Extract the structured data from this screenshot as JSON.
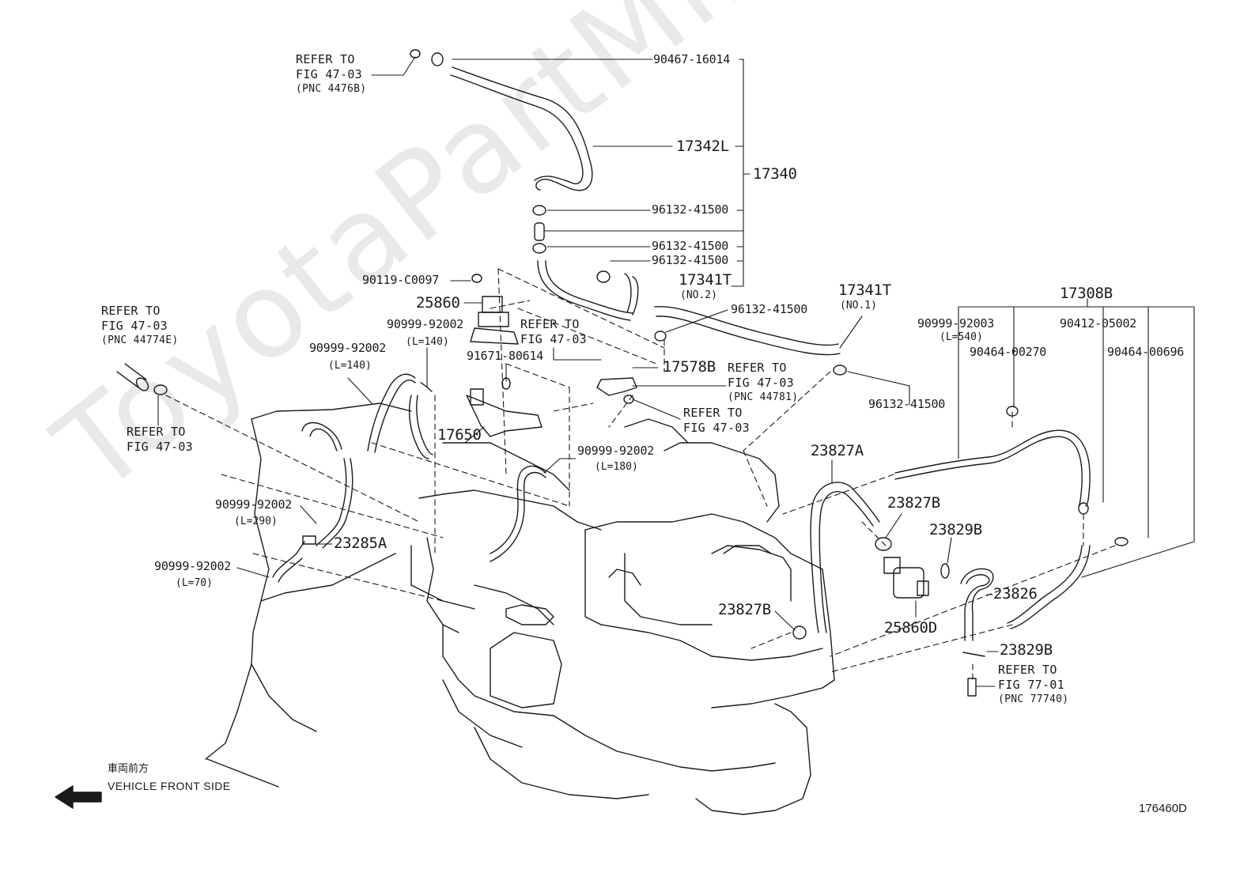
{
  "watermark": "ToyotaPartMine.ru",
  "callouts": {
    "p90467_16014": "90467-16014",
    "p17342L": "17342L",
    "p17340": "17340",
    "p96132_a": "96132-41500",
    "p96132_b": "96132-41500",
    "p96132_c": "96132-41500",
    "p96132_d": "96132-41500",
    "p96132_e": "96132-41500",
    "p17341T_a": "17341T",
    "p17341T_a_sub": "(NO.2)",
    "p17341T_b": "17341T",
    "p17341T_b_sub": "(NO.1)",
    "p17308B": "17308B",
    "p90999_92003": "90999-92003",
    "p90999_92003_sub": "(L=540)",
    "p90412_05002": "90412-05002",
    "p90464_00270": "90464-00270",
    "p90464_00696": "90464-00696",
    "p90119_C0097": "90119-C0097",
    "p25860": "25860",
    "p90999_92002_a": "90999-92002",
    "p90999_92002_a_sub": "(L=140)",
    "p90999_92002_b": "90999-92002",
    "p90999_92002_b_sub": "(L=140)",
    "p91671_80614": "91671-80614",
    "p17578B": "17578B",
    "p17650": "17650",
    "p90999_92002_c": "90999-92002",
    "p90999_92002_c_sub": "(L=180)",
    "p90999_92002_d": "90999-92002",
    "p90999_92002_d_sub": "(L=290)",
    "p23285A": "23285A",
    "p90999_92002_e": "90999-92002",
    "p90999_92002_e_sub": "(L=70)",
    "p23827A": "23827A",
    "p23827B_a": "23827B",
    "p23827B_b": "23827B",
    "p23829B_a": "23829B",
    "p23829B_b": "23829B",
    "p23826": "23826",
    "p25860D": "25860D"
  },
  "refs": {
    "r1": [
      "REFER TO",
      "FIG 47-03",
      "(PNC 4476B)"
    ],
    "r2": [
      "REFER TO",
      "FIG 47-03",
      "(PNC 44774E)"
    ],
    "r3": [
      "REFER TO",
      "FIG 47-03"
    ],
    "r4": [
      "REFER TO",
      "FIG 47-03"
    ],
    "r5": [
      "REFER TO",
      "FIG 47-03",
      "(PNC 44781)"
    ],
    "r6": [
      "REFER TO",
      "FIG 47-03"
    ],
    "r7": [
      "REFER TO",
      "FIG 77-01",
      "(PNC 77740)"
    ]
  },
  "front_jp": "車両前方",
  "front_en": "VEHICLE FRONT SIDE",
  "diagram_code": "176460D"
}
